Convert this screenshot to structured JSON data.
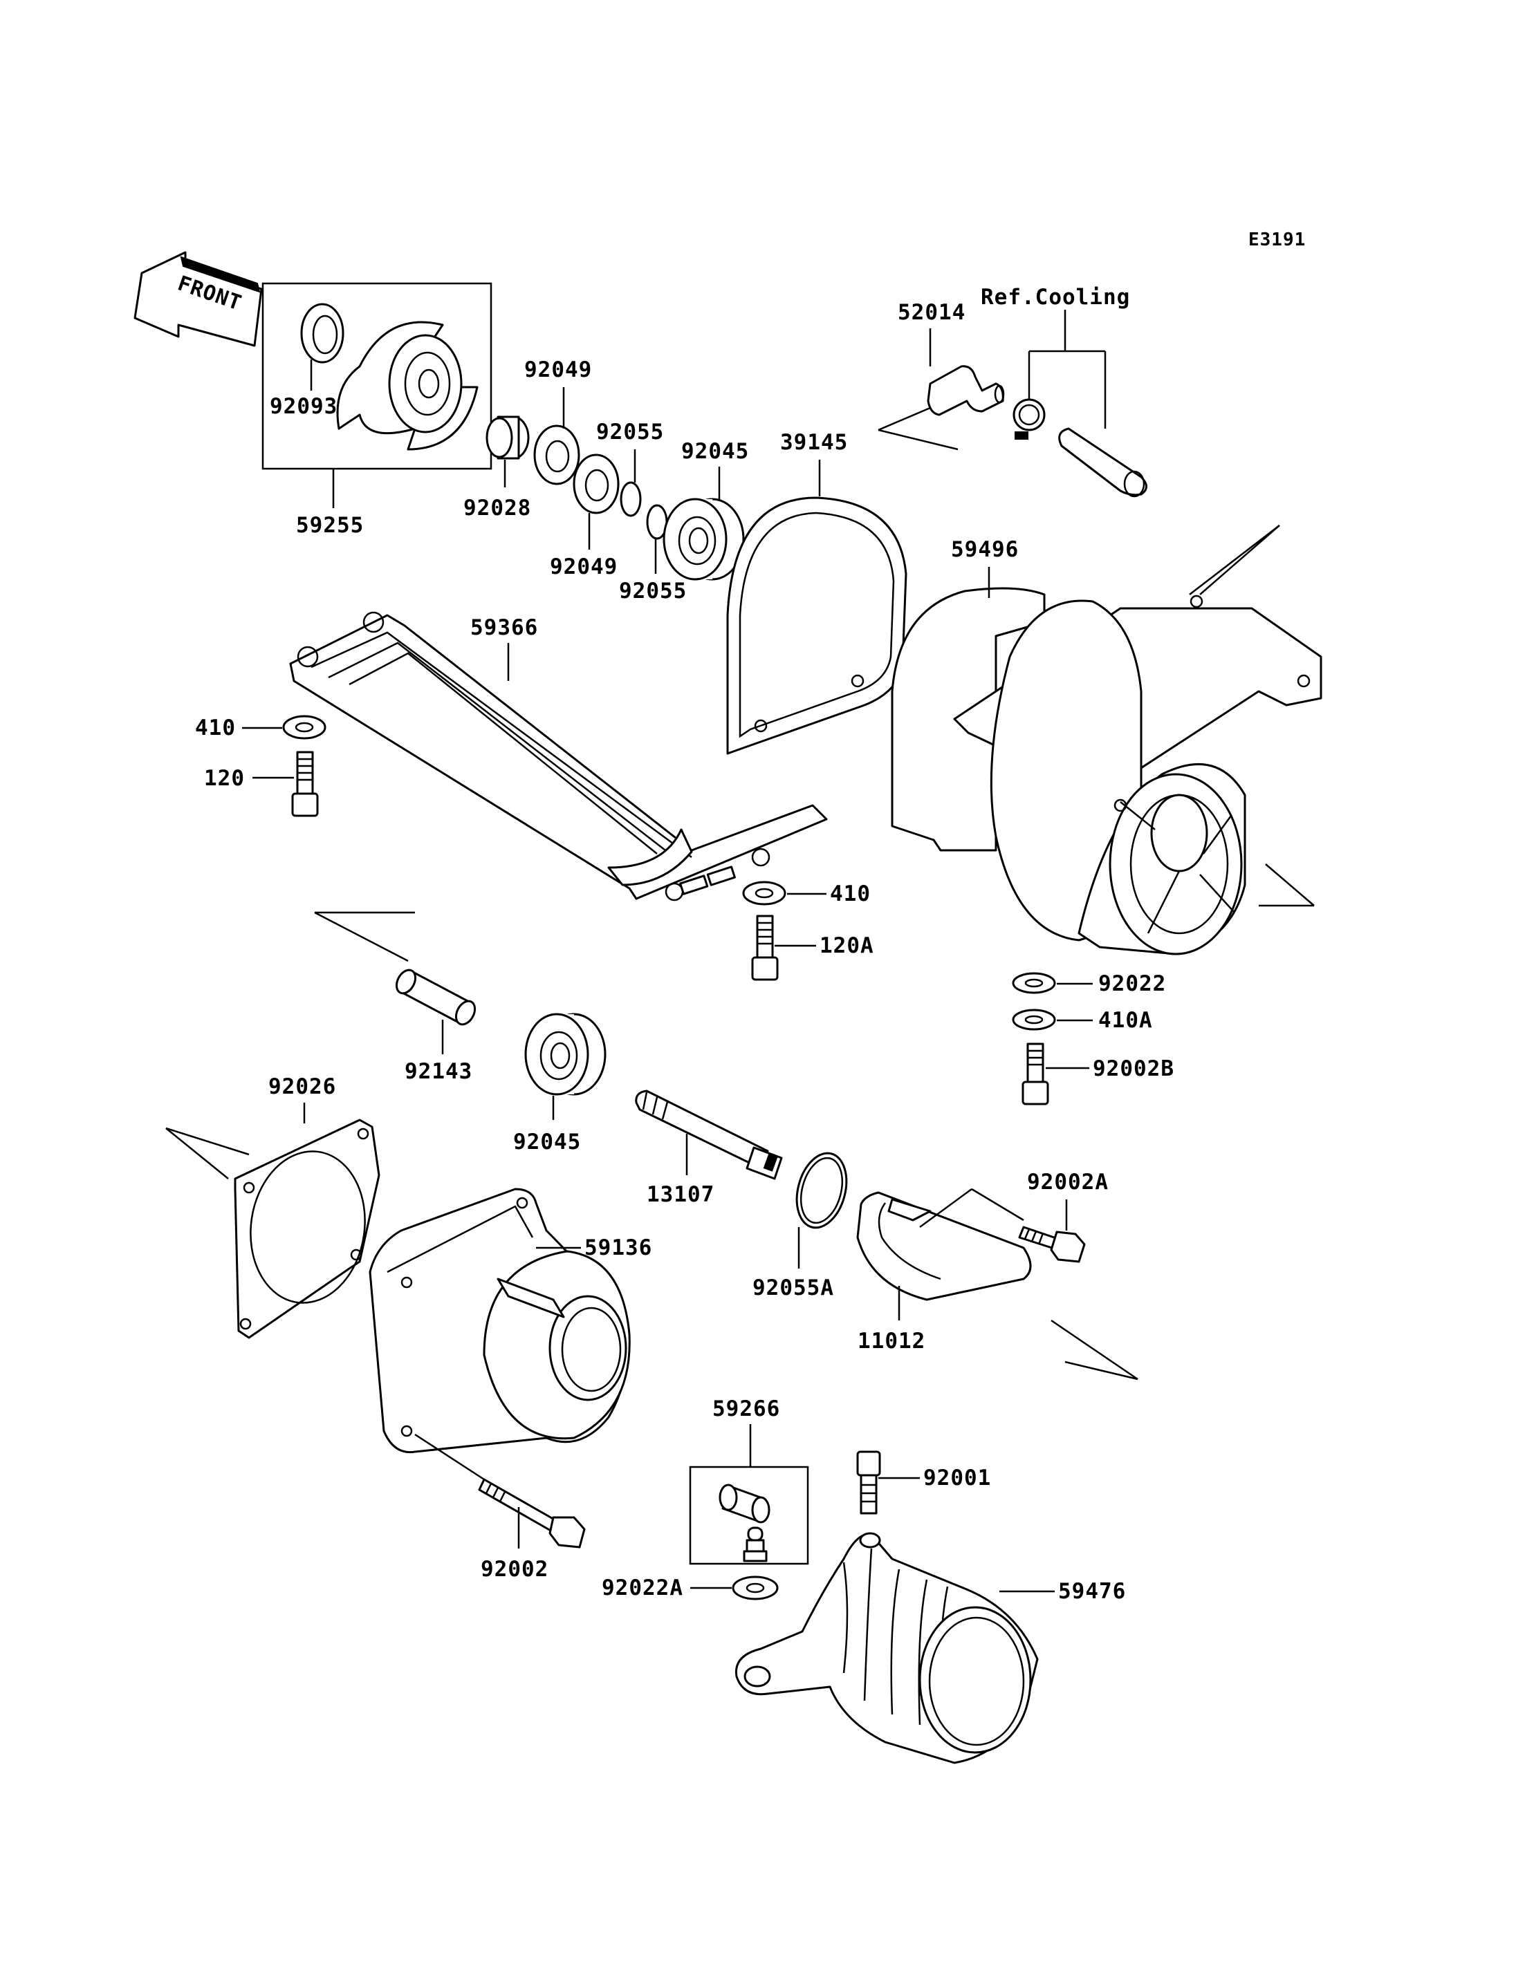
{
  "diagram_code": "E3191",
  "front_label": "FRONT",
  "ref_cooling": "Ref.Cooling",
  "parts": {
    "p92093": "92093",
    "p59255": "59255",
    "p92049a": "92049",
    "p92049b": "92049",
    "p92028": "92028",
    "p92055a": "92055",
    "p92055b": "92055",
    "p92045a": "92045",
    "p39145": "39145",
    "p52014": "52014",
    "p59496": "59496",
    "p59366": "59366",
    "p410": "410",
    "p120": "120",
    "p410b": "410",
    "p120A": "120A",
    "p92022": "92022",
    "p410A": "410A",
    "p92002B": "92002B",
    "p92143": "92143",
    "p92045b": "92045",
    "p92026": "92026",
    "p13107": "13107",
    "p92002A": "92002A",
    "p59136": "59136",
    "p92055A": "92055A",
    "p11012": "11012",
    "p59266": "59266",
    "p92001": "92001",
    "p92002": "92002",
    "p92022A": "92022A",
    "p59476": "59476"
  }
}
